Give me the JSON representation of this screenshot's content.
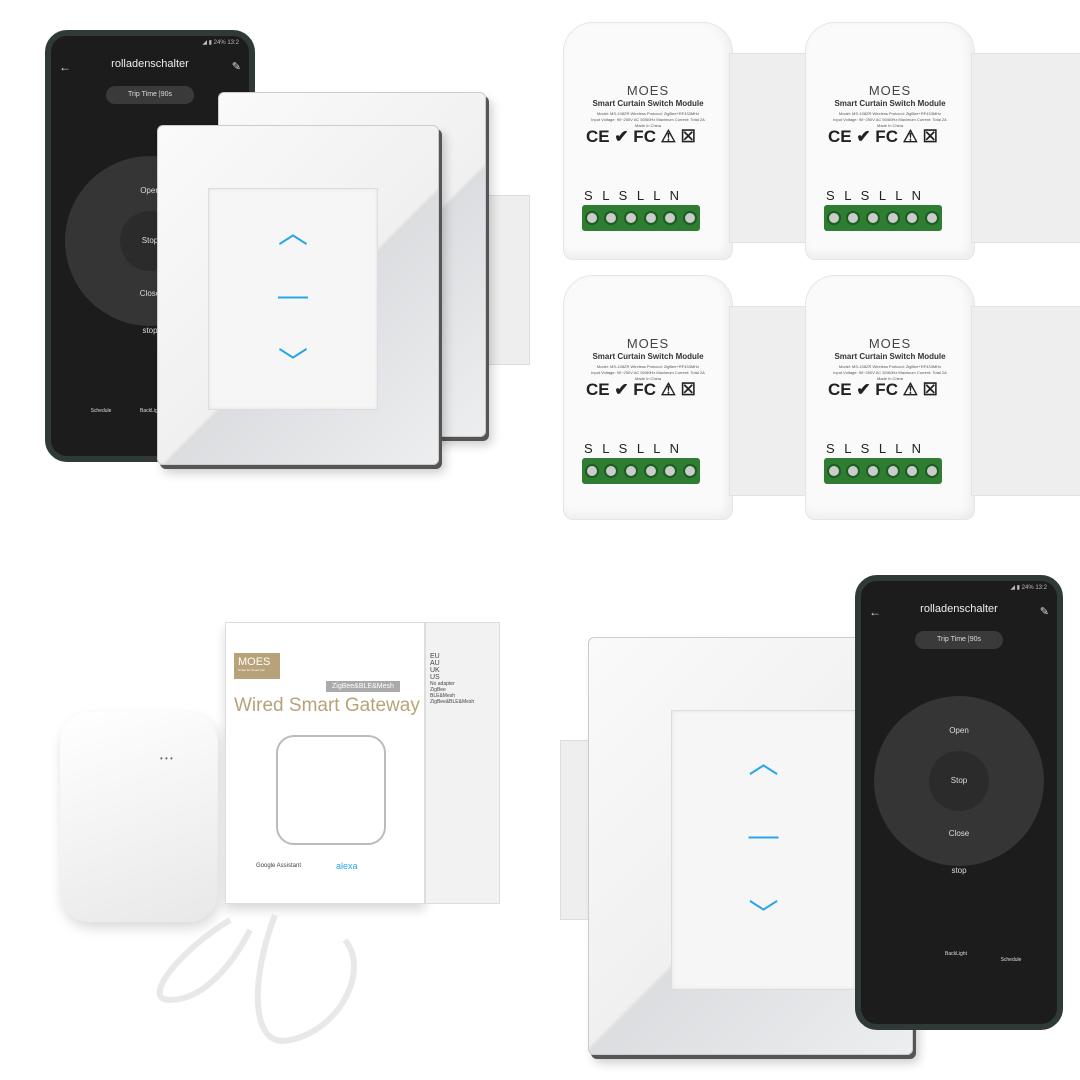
{
  "phone_app": {
    "status": "◢ ▮ 24% 13:2",
    "title": "rolladenschalter",
    "trip_time": "Trip Time |90s",
    "open": "Open",
    "stop": "Stop",
    "close": "Close",
    "state": "stop",
    "schedule": "Schedule",
    "backlight": "BackLight"
  },
  "module": {
    "brand": "MOES",
    "name": "Smart Curtain Switch Module",
    "spec1": "Model: MS-108ZR  Wireless Protocol: ZigBee+RF433MHz",
    "spec2": "Input Voltage: 90~250V AC 50/60Hz  Maximum Current: Total 2A",
    "spec3": "Made In China",
    "certs": "CE ✔ FC ⚠ ☒",
    "ln": "L N",
    "pins": "S L S L L N"
  },
  "gateway_box": {
    "brand": "MOES",
    "tagline": "Smart for Smart Life",
    "protocol": "ZigBee&BLE&Mesh",
    "title": "Wired Smart Gateway",
    "google": "Google Assistant",
    "alexa": "alexa",
    "regions": [
      "EU",
      "AU",
      "UK",
      "US"
    ],
    "side_options": [
      "No adapter",
      "ZigBee",
      "BLE&Mesh",
      "ZigBee&BLE&Mesh"
    ]
  },
  "colors": {
    "arrow": "#2aa6e8",
    "terminal": "#2e7d32",
    "box_gold": "#b8a27a"
  }
}
